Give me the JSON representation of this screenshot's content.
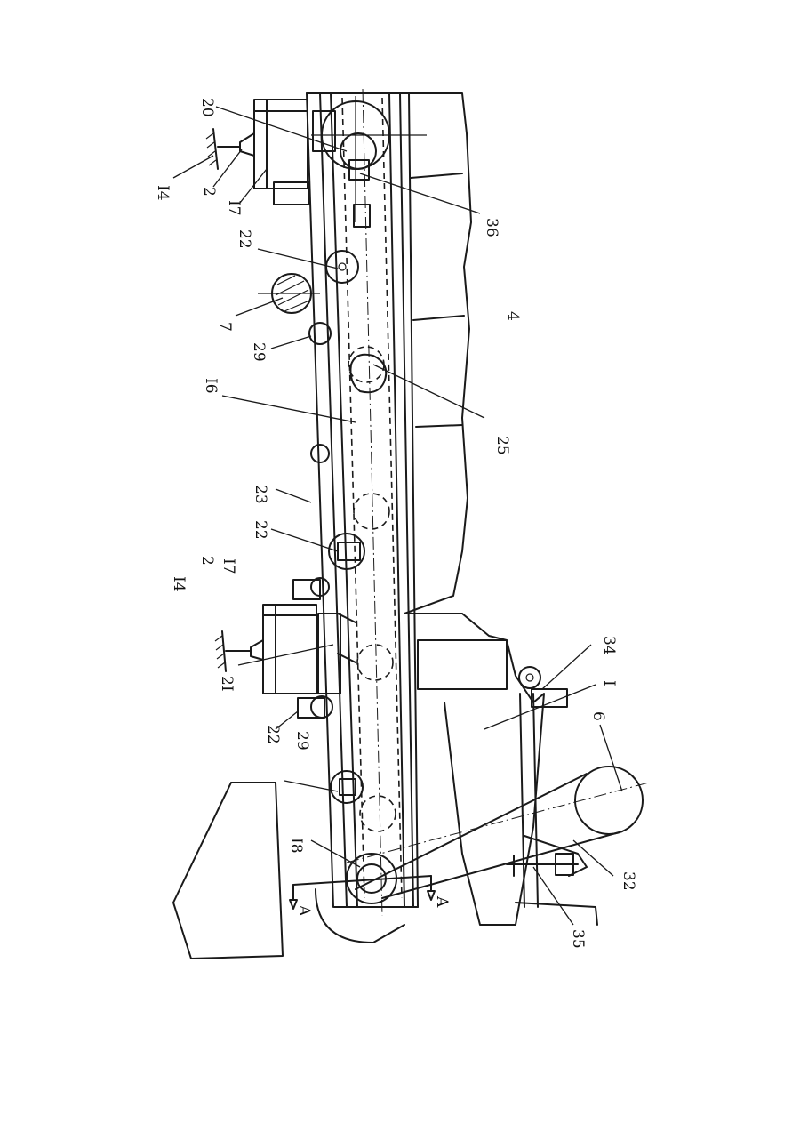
{
  "labels": [
    {
      "id": "20",
      "text": "20"
    },
    {
      "id": "14a",
      "text": "I4"
    },
    {
      "id": "2a",
      "text": "2"
    },
    {
      "id": "17a",
      "text": "I7"
    },
    {
      "id": "22a",
      "text": "22"
    },
    {
      "id": "7",
      "text": "7"
    },
    {
      "id": "29a",
      "text": "29"
    },
    {
      "id": "16",
      "text": "I6"
    },
    {
      "id": "23",
      "text": "23"
    },
    {
      "id": "22b",
      "text": "22"
    },
    {
      "id": "17b",
      "text": "I7"
    },
    {
      "id": "2b",
      "text": "2"
    },
    {
      "id": "14b",
      "text": "I4"
    },
    {
      "id": "21",
      "text": "2I"
    },
    {
      "id": "29b",
      "text": "29"
    },
    {
      "id": "22c",
      "text": "22"
    },
    {
      "id": "18",
      "text": "I8"
    },
    {
      "id": "36",
      "text": "36"
    },
    {
      "id": "4",
      "text": "4"
    },
    {
      "id": "25",
      "text": "25"
    },
    {
      "id": "34",
      "text": "34"
    },
    {
      "id": "1",
      "text": "I"
    },
    {
      "id": "6",
      "text": "6"
    },
    {
      "id": "32",
      "text": "32"
    },
    {
      "id": "35",
      "text": "35"
    }
  ],
  "section_marks": [
    {
      "id": "A1",
      "text": "A"
    },
    {
      "id": "A2",
      "text": "A"
    }
  ]
}
